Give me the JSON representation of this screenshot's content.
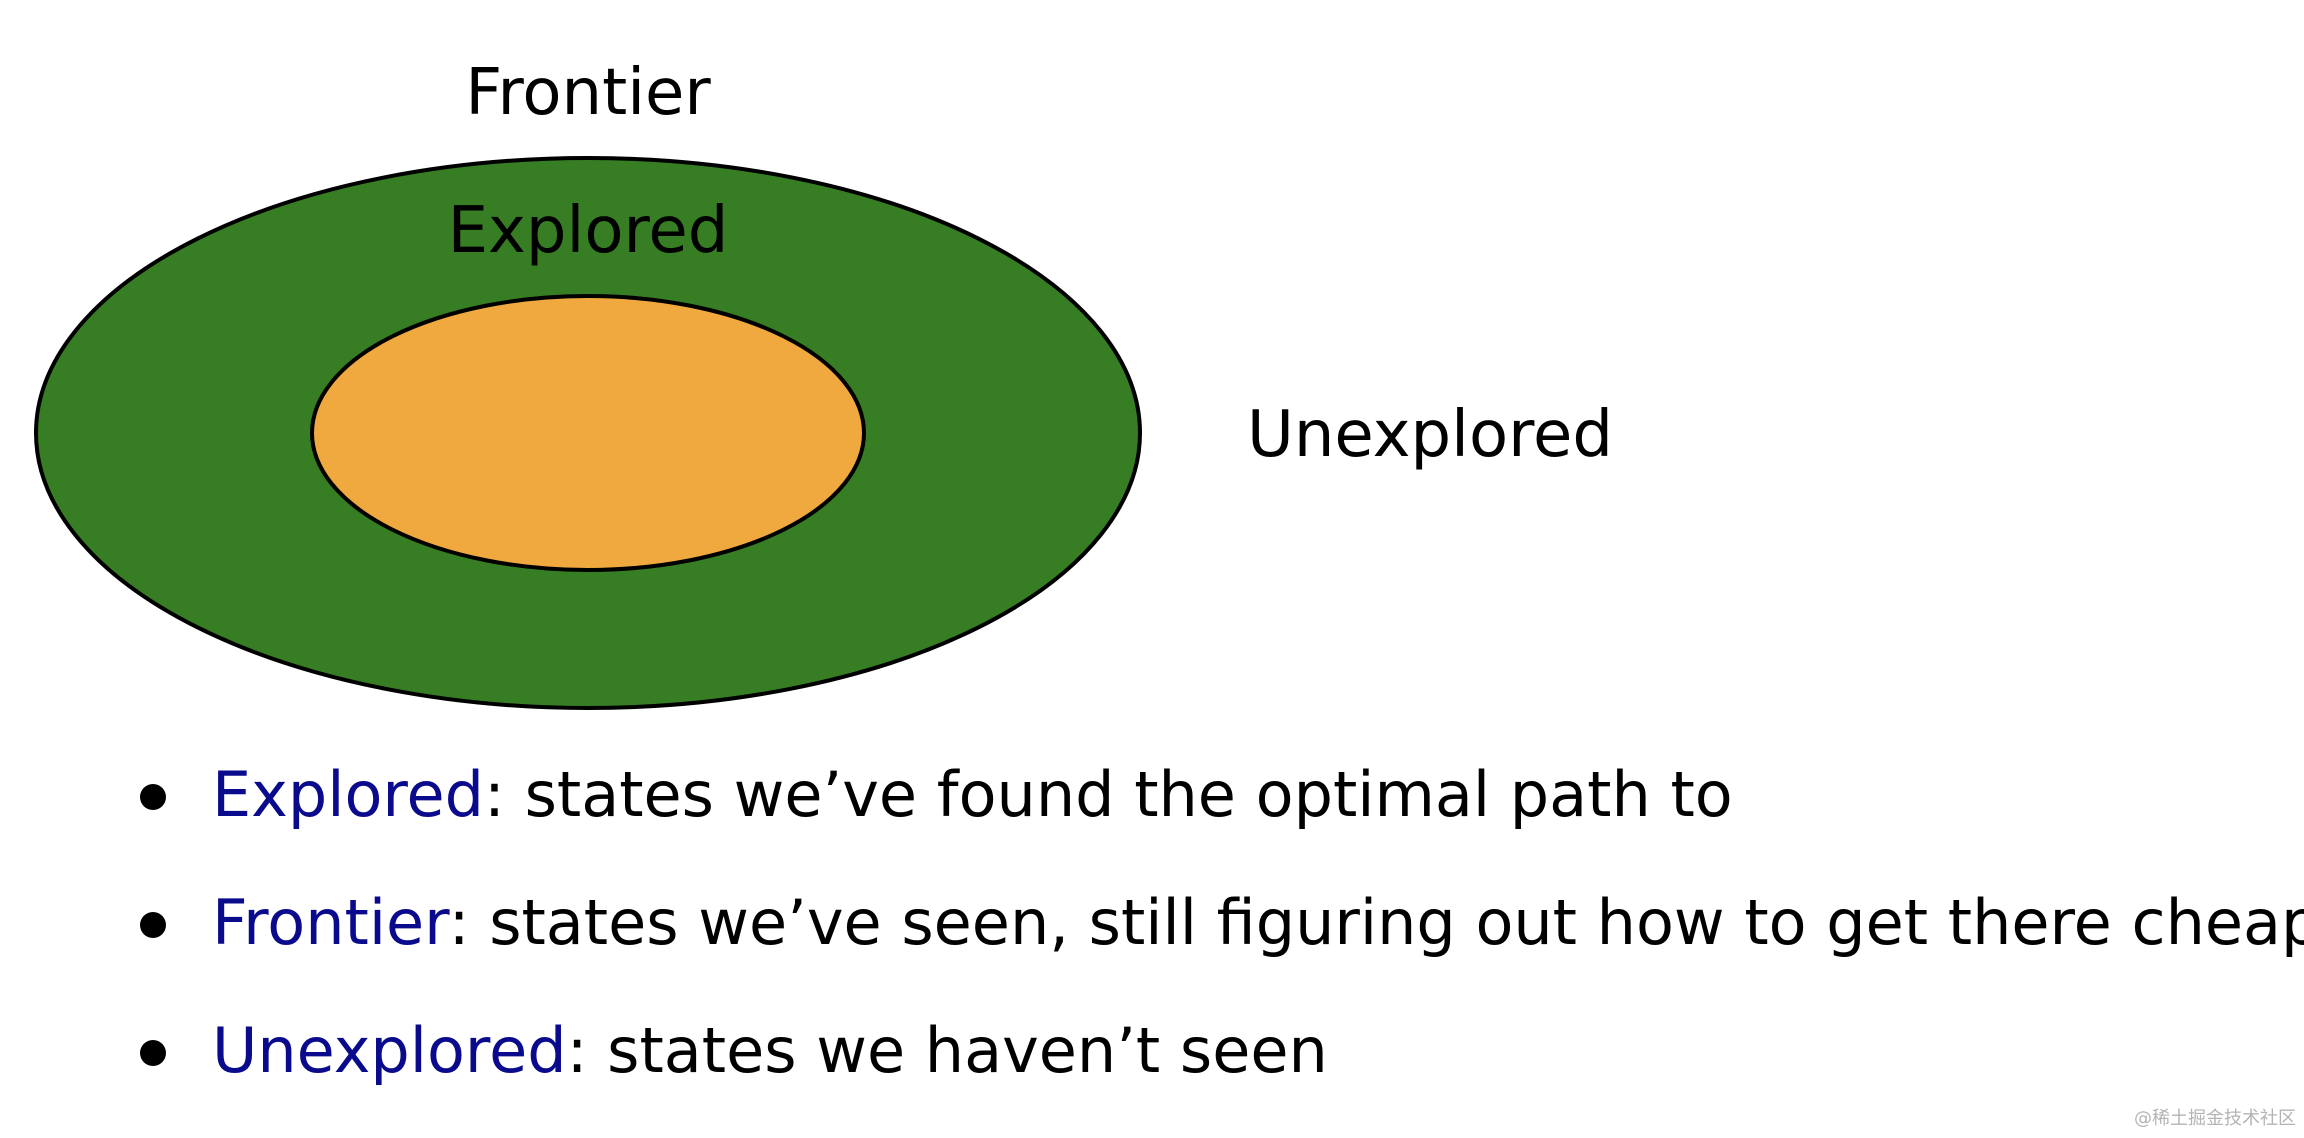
{
  "diagram": {
    "regions": [
      {
        "name": "frontier",
        "label": "Frontier",
        "color": "#367d23"
      },
      {
        "name": "explored",
        "label": "Explored",
        "color": "#f0a93e"
      },
      {
        "name": "unexplored",
        "label": "Unexplored",
        "color": "#ffffff"
      }
    ],
    "outline_color": "#000000"
  },
  "bullets": [
    {
      "term": "Explored",
      "separator": ":",
      "text": " states we’ve found the optimal path to"
    },
    {
      "term": "Frontier",
      "separator": ":",
      "text": " states we’ve seen, still figuring out how to get there cheaply"
    },
    {
      "term": "Unexplored",
      "separator": ":",
      "text": " states we haven’t seen"
    }
  ],
  "term_color": "#0a0a8c",
  "watermark": "@稀土掘金技术社区"
}
